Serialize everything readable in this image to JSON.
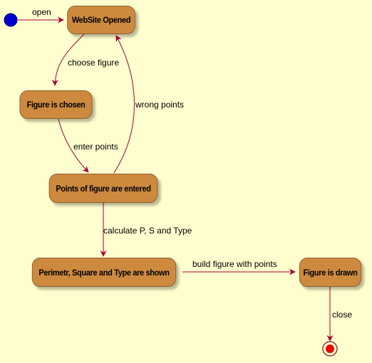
{
  "diagram": {
    "colors": {
      "background": "#FEFECE",
      "state_fill": "#CD8A3F",
      "state_border": "#8C5E2A",
      "arrow": "#A80036",
      "initial": "#0000CC",
      "final": "#EE0000"
    },
    "states": {
      "website_opened": "WebSite Opened",
      "figure_chosen": "Figure is chosen",
      "points_entered": "Points of figure are entered",
      "shown": "Perimetr, Square and Type are shown",
      "drawn": "Figure is drawn"
    },
    "transitions": {
      "open": "open",
      "choose_figure": "choose figure",
      "wrong_points": "wrong points",
      "enter_points": "enter points",
      "calculate": "calculate P, S and Type",
      "build": "build figure with points",
      "close": "close"
    }
  }
}
